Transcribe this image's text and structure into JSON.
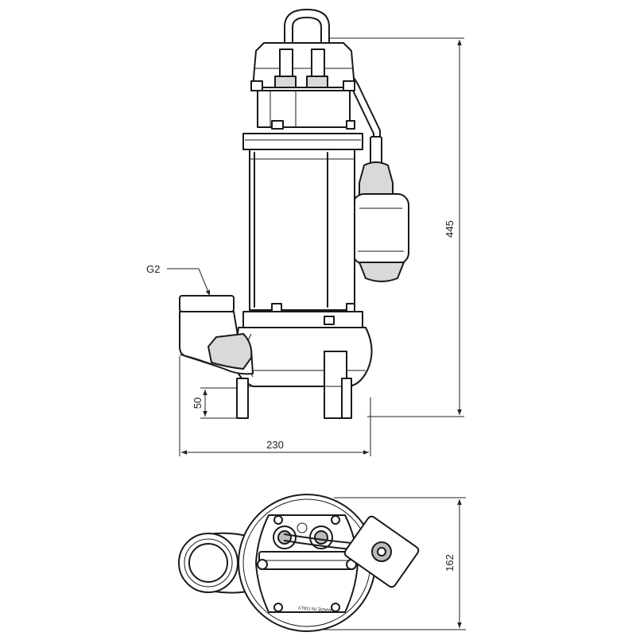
{
  "labels": {
    "outlet_thread": "G2",
    "height": "445",
    "width": "230",
    "inlet_clearance": "50",
    "top_view_depth": "162",
    "plate_text": "MADE IN ITALY"
  }
}
